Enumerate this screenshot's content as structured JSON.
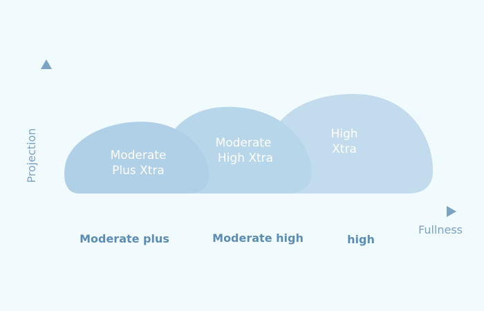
{
  "colors": {
    "background": "#f1fafd",
    "shape_back": "#c2dced",
    "shape_mid": "#b8d6ea",
    "shape_front": "#afd0e6",
    "axis": "#7aa3c4",
    "category_text": "#5b8cb3"
  },
  "axes": {
    "y_label": "Projection",
    "x_label": "Fullness"
  },
  "shapes": [
    {
      "line1": "Moderate",
      "line2": "Plus Xtra"
    },
    {
      "line1": "Moderate",
      "line2": "High Xtra"
    },
    {
      "line1": "High",
      "line2": "Xtra"
    }
  ],
  "categories": [
    "Moderate plus",
    "Moderate high",
    "high"
  ]
}
